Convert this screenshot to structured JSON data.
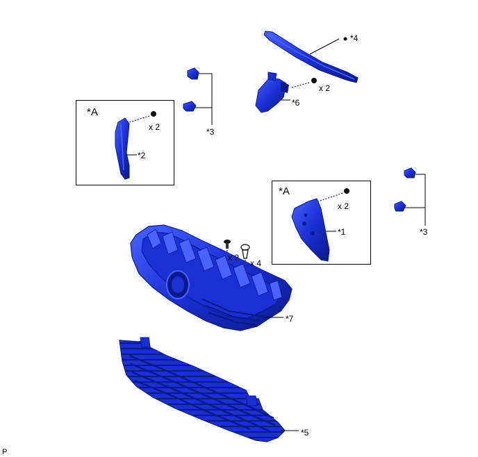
{
  "labels": {
    "part1": "*1",
    "part2": "*2",
    "part3_upper": "*3",
    "part3_right": "*3",
    "part4": "*4",
    "part5": "*5",
    "part6": "*6",
    "part7": "*7",
    "boxA_left": "*A",
    "boxA_right": "*A"
  },
  "quantities": {
    "clip_part4": "x 2",
    "clip_part2": "x 2",
    "clip_part1": "x 2",
    "clip_part7_left": "x 2",
    "clip_part7_right": "x 4"
  },
  "footer": {
    "code": "P"
  },
  "colors": {
    "part_fill": "#1a2fd4",
    "part_dark": "#0a1a8a",
    "part_light": "#4a63ff",
    "leader": "#000000"
  }
}
